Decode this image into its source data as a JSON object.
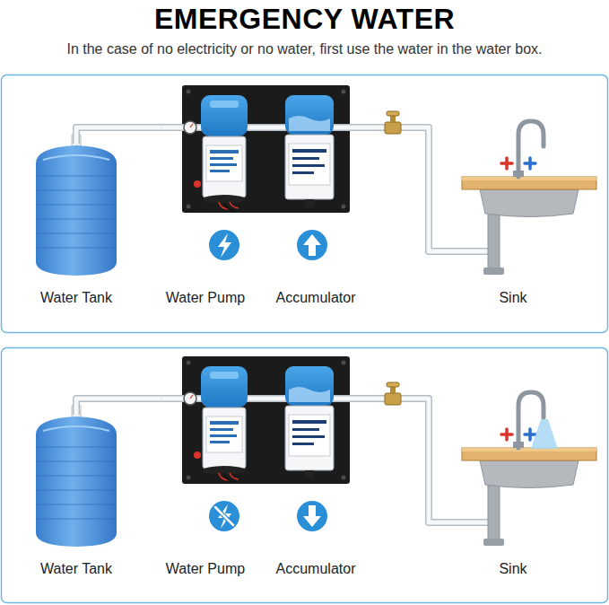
{
  "diagram": {
    "title": "EMERGENCY WATER",
    "caption": "In the case of no electricity or no water, first use the water in the water box.",
    "nodes": [
      {
        "text": [
          "Water Tank"
        ]
      },
      {
        "text": [
          "Water Pump"
        ]
      },
      {
        "text": [
          "Accumulator"
        ]
      },
      {
        "text": [
          "Sink"
        ]
      },
      {
        "text": [
          "Water Tank"
        ]
      },
      {
        "text": [
          "Water Pump"
        ]
      },
      {
        "text": [
          "Accumulator"
        ]
      },
      {
        "text": [
          "Sink"
        ]
      }
    ],
    "edges": [
      {
        "from": 0,
        "to": 1,
        "arrow": "none"
      },
      {
        "from": 1,
        "to": 2,
        "arrow": "none"
      },
      {
        "from": 2,
        "to": 3,
        "arrow": "none"
      },
      {
        "from": 4,
        "to": 5,
        "arrow": "none"
      },
      {
        "from": 5,
        "to": 6,
        "arrow": "none"
      },
      {
        "from": 6,
        "to": 7,
        "arrow": "none"
      }
    ]
  }
}
